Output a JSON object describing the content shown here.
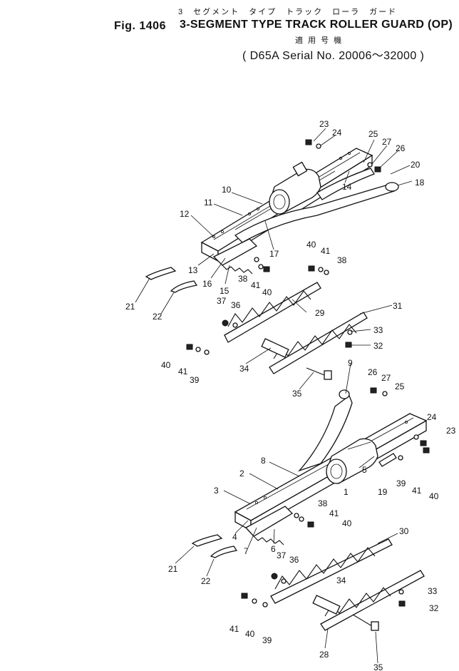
{
  "header": {
    "japanese_title": "3　セグメント　タイプ　トラック　ローラ　ガード",
    "figure_label": "Fig. 1406",
    "title": "3-SEGMENT TYPE TRACK ROLLER GUARD (OP)",
    "applicability_japanese": "適 用 号 機",
    "serial_range": "D65A Serial No. 20006～32000"
  },
  "callouts": {
    "n1": "1",
    "n2": "2",
    "n3": "3",
    "n4": "4",
    "n5": "5",
    "n6": "6",
    "n7": "7",
    "n8": "8",
    "n9": "9",
    "n10": "10",
    "n11": "11",
    "n12": "12",
    "n13": "13",
    "n14": "14",
    "n15": "15",
    "n16": "16",
    "n17": "17",
    "n18": "18",
    "n19": "19",
    "n20": "20",
    "n21": "21",
    "n22": "22",
    "n23": "23",
    "n24": "24",
    "n25": "25",
    "n26": "26",
    "n27": "27",
    "n28": "28",
    "n29": "29",
    "n30": "30",
    "n31": "31",
    "n32": "32",
    "n33": "33",
    "n34": "34",
    "n35": "35",
    "n36": "36",
    "n37": "37",
    "n38": "38",
    "n39": "39",
    "n40": "40",
    "n41": "41"
  }
}
